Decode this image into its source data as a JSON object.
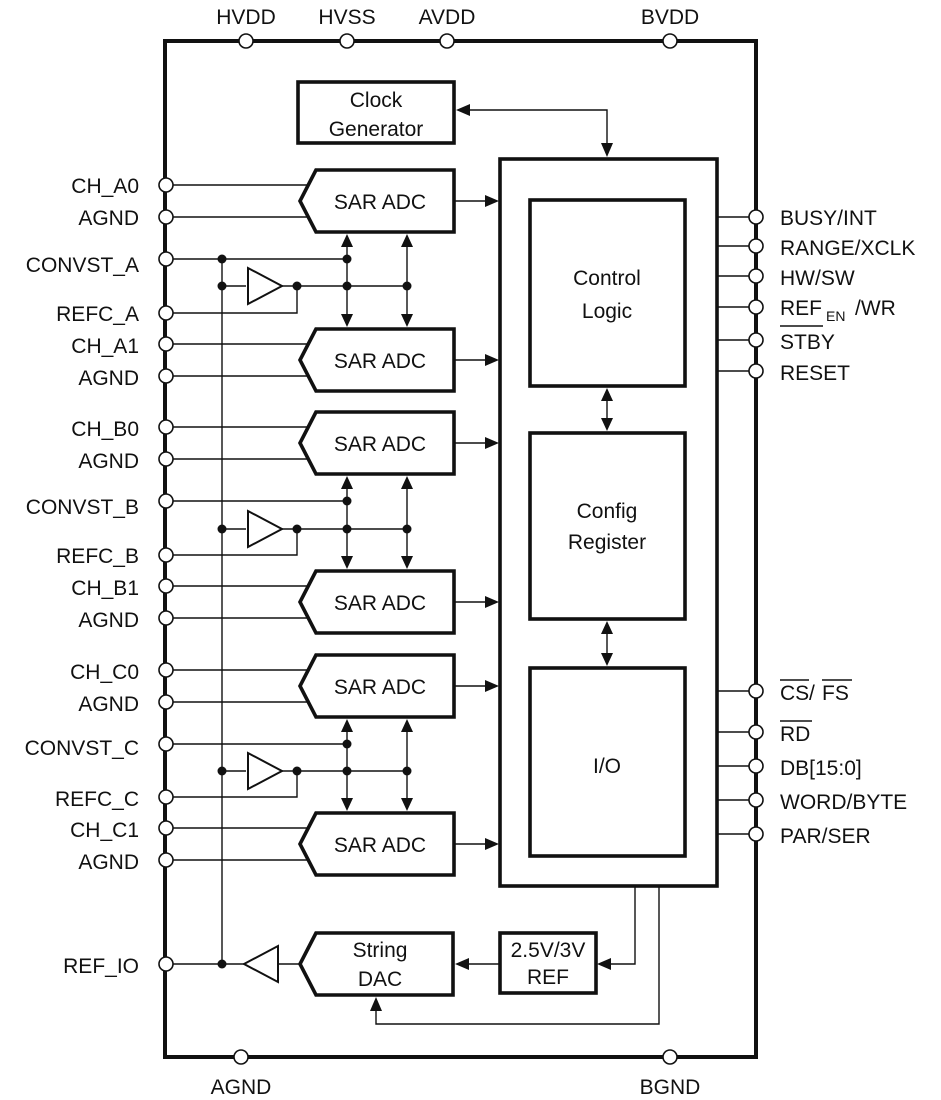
{
  "top_pins": [
    "HVDD",
    "HVSS",
    "AVDD",
    "BVDD"
  ],
  "bottom_pins": [
    "AGND",
    "BGND"
  ],
  "left_pins": [
    "CH_A0",
    "AGND",
    "CONVST_A",
    "REFC_A",
    "CH_A1",
    "AGND",
    "CH_B0",
    "AGND",
    "CONVST_B",
    "REFC_B",
    "CH_B1",
    "AGND",
    "CH_C0",
    "AGND",
    "CONVST_C",
    "REFC_C",
    "CH_C1",
    "AGND",
    "REF_IO"
  ],
  "right_pins": {
    "busy_int": "BUSY/INT",
    "range_xclk": "RANGE/XCLK",
    "hw_sw": "HW/SW",
    "ref_en_wr": {
      "main": "REF",
      "sub": "EN",
      "rest": "/WR"
    },
    "stby": "STBY",
    "reset": "RESET",
    "cs": "CS",
    "slash": "/",
    "fs": "FS",
    "rd": "RD",
    "db": "DB[15:0]",
    "word_byte": "WORD/BYTE",
    "par_ser": "PAR/SER"
  },
  "blocks": {
    "clock_generator": [
      "Clock",
      "Generator"
    ],
    "sar_adc": "SAR ADC",
    "control_logic": [
      "Control",
      "Logic"
    ],
    "config_register": [
      "Config",
      "Register"
    ],
    "io": "I/O",
    "string_dac": [
      "String",
      "DAC"
    ],
    "ref": [
      "2.5V/3V",
      "REF"
    ]
  }
}
